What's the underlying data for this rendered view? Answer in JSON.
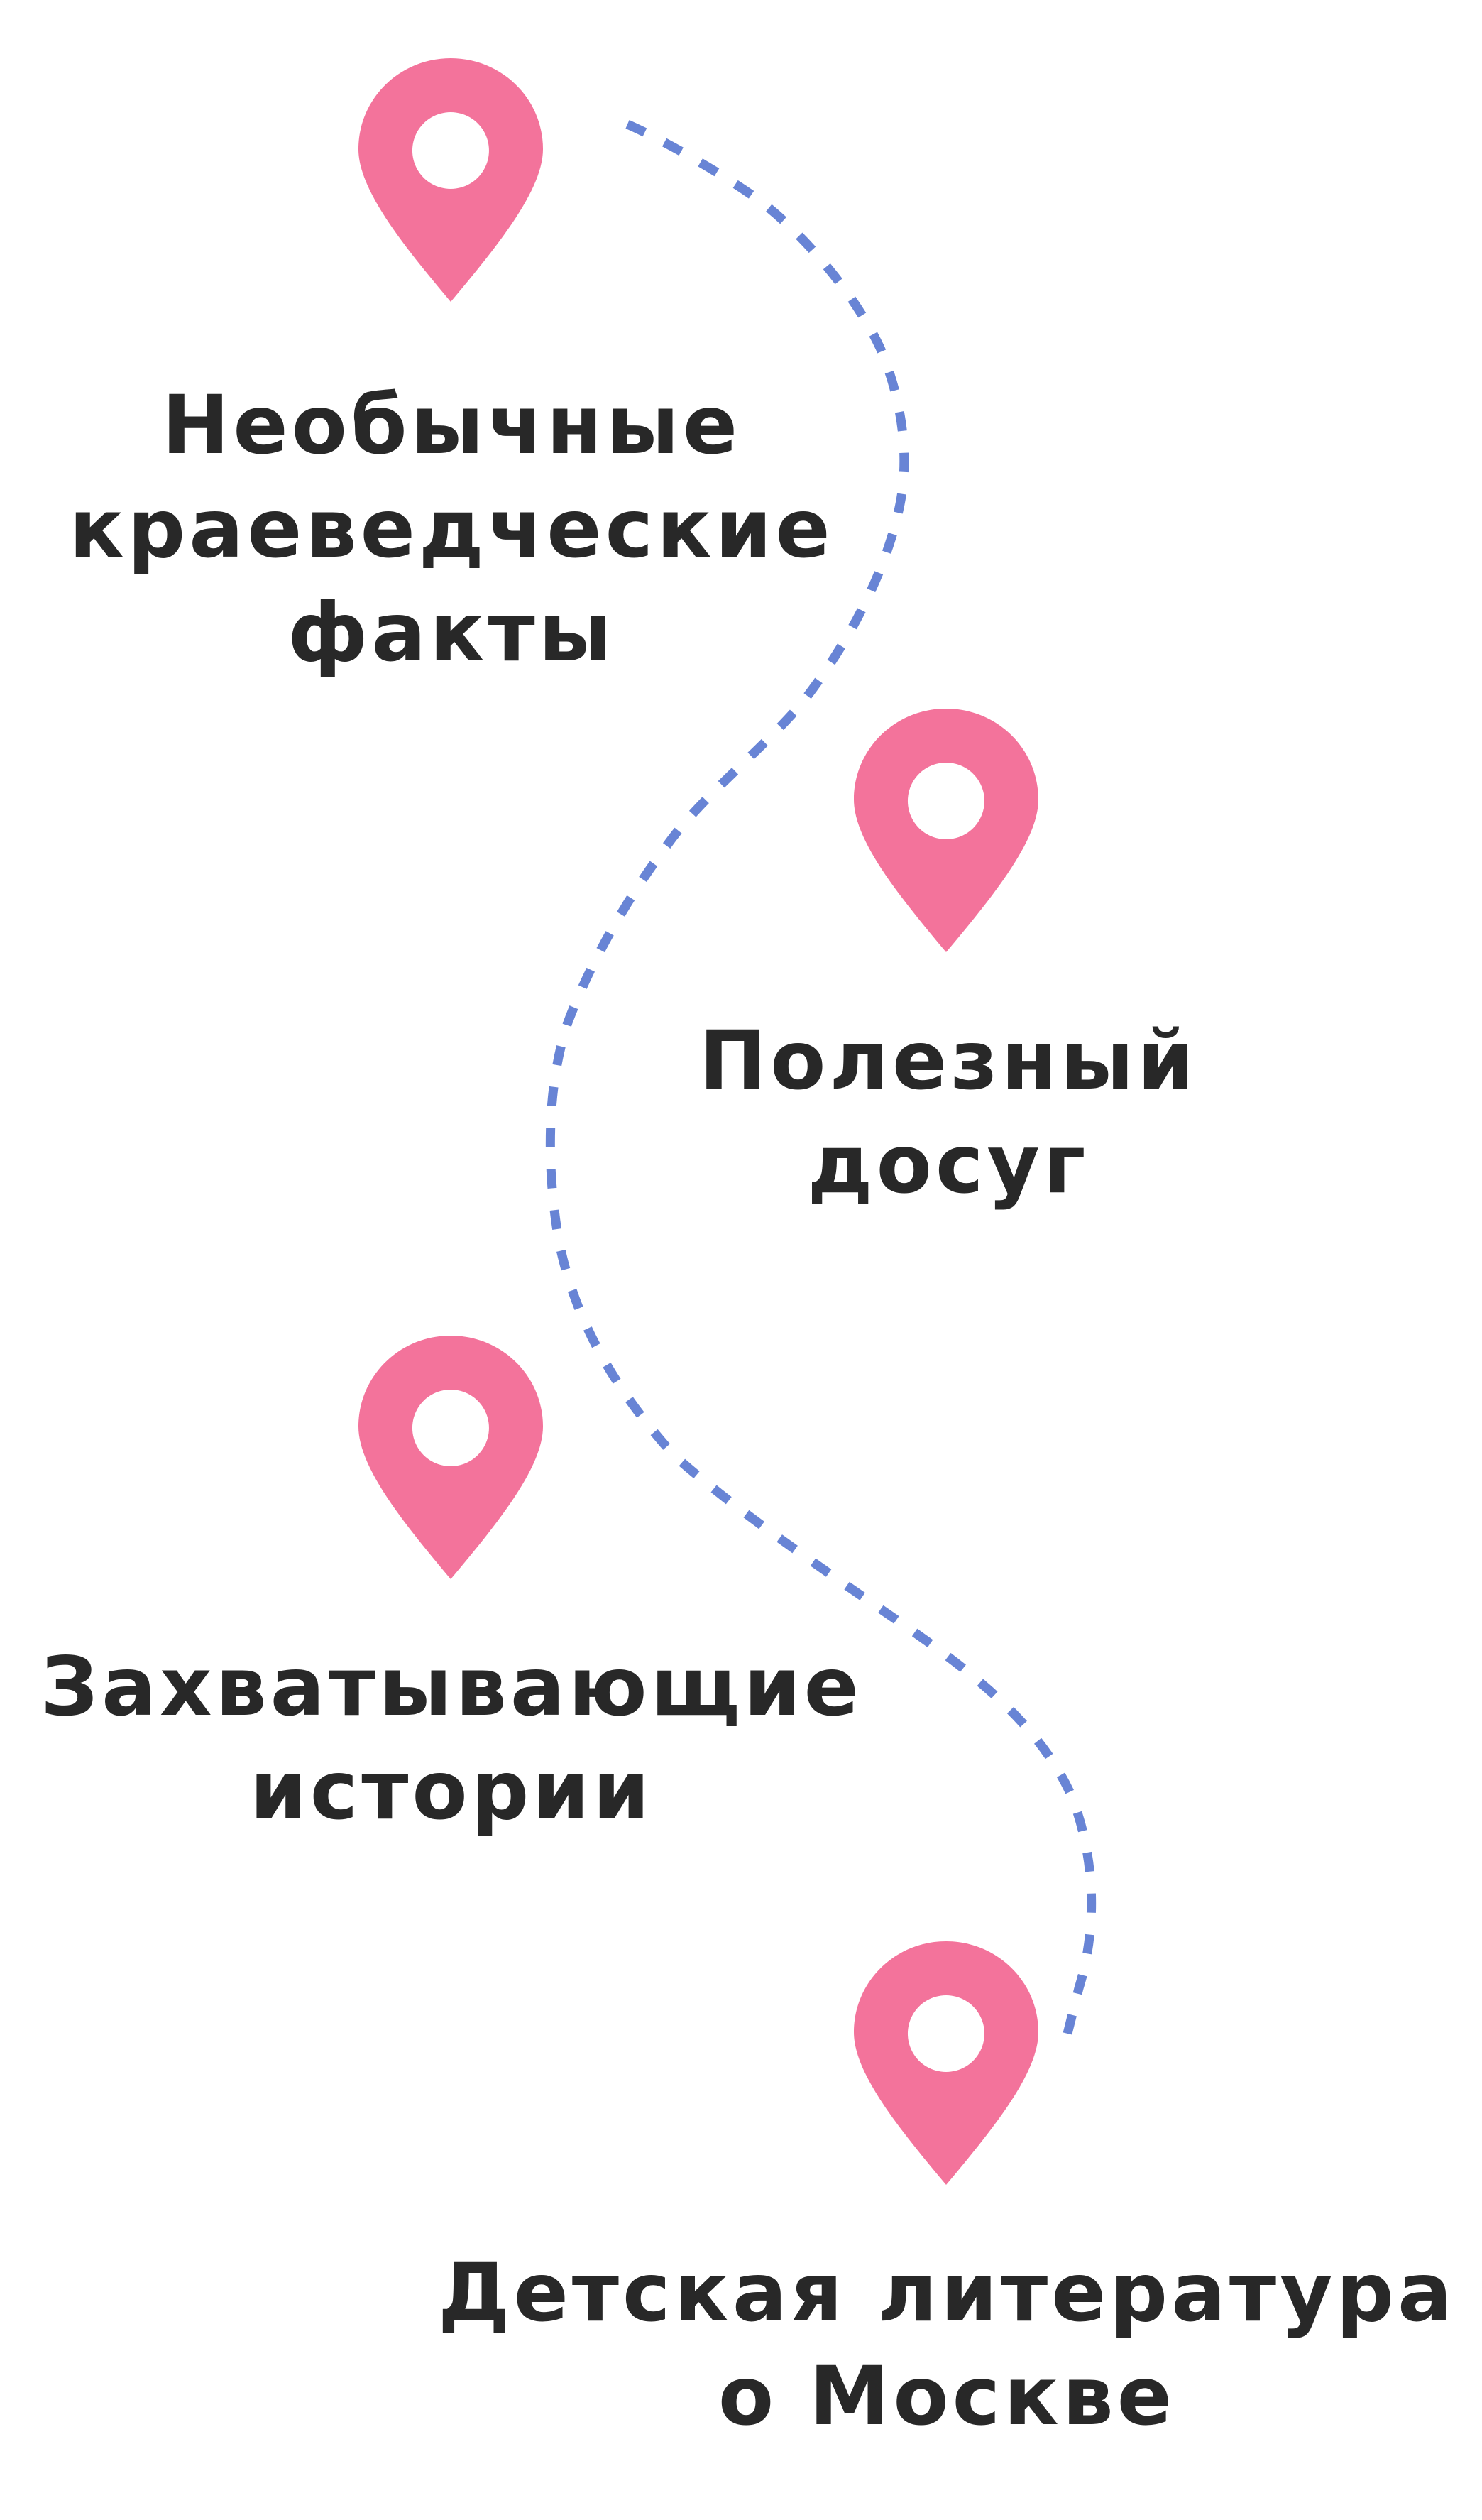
{
  "colors": {
    "background": "#FFFFFF",
    "pin": "#F3739B",
    "route": "#6884D5",
    "text": "#282828"
  },
  "route": {
    "style": "dotted",
    "icon": "dashed-route-line"
  },
  "stops": [
    {
      "icon": "map-pin-icon",
      "lines": [
        "Необычные",
        "краеведческие",
        "факты"
      ]
    },
    {
      "icon": "map-pin-icon",
      "lines": [
        "Полезный",
        "досуг"
      ]
    },
    {
      "icon": "map-pin-icon",
      "lines": [
        "Захватывающие",
        "истории"
      ]
    },
    {
      "icon": "map-pin-icon",
      "lines": [
        "Детская литература",
        "о Москве"
      ]
    }
  ]
}
